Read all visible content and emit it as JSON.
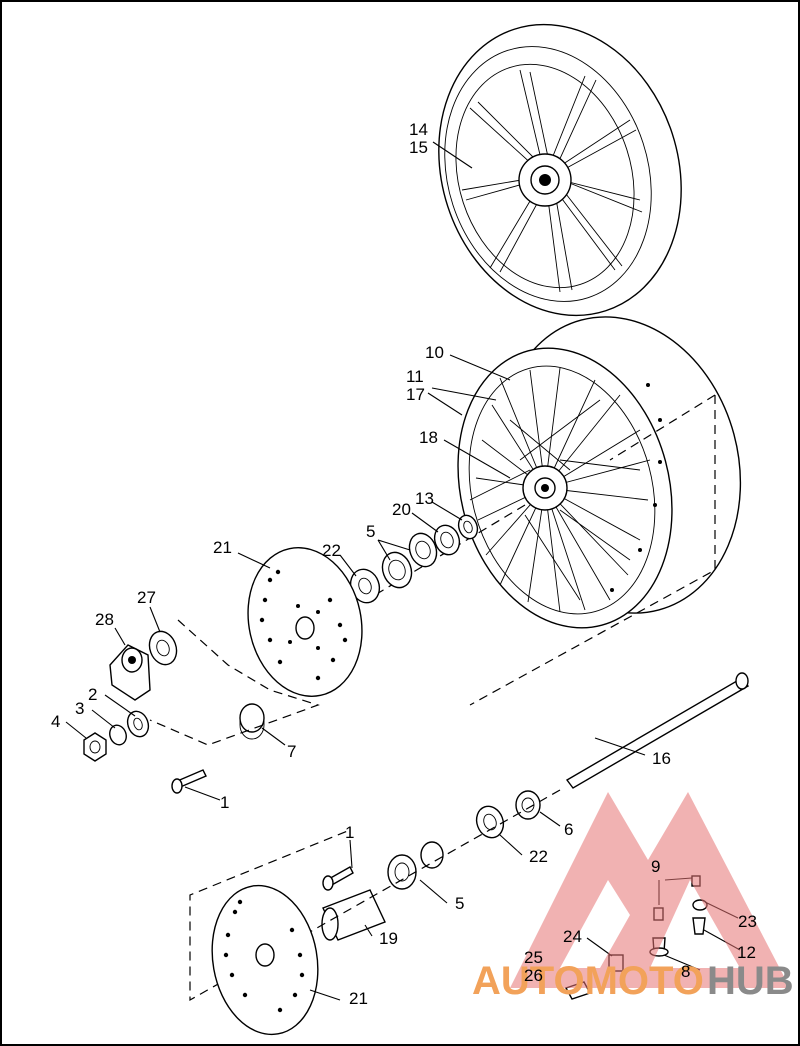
{
  "diagram": {
    "callouts": [
      {
        "id": "c14",
        "text": "14"
      },
      {
        "id": "c15",
        "text": "15"
      },
      {
        "id": "c10",
        "text": "10"
      },
      {
        "id": "c11",
        "text": "11"
      },
      {
        "id": "c17",
        "text": "17"
      },
      {
        "id": "c18",
        "text": "18"
      },
      {
        "id": "c13",
        "text": "13"
      },
      {
        "id": "c20",
        "text": "20"
      },
      {
        "id": "c5a",
        "text": "5"
      },
      {
        "id": "c22a",
        "text": "22"
      },
      {
        "id": "c21a",
        "text": "21"
      },
      {
        "id": "c27",
        "text": "27"
      },
      {
        "id": "c28",
        "text": "28"
      },
      {
        "id": "c2",
        "text": "2"
      },
      {
        "id": "c3",
        "text": "3"
      },
      {
        "id": "c4",
        "text": "4"
      },
      {
        "id": "c7",
        "text": "7"
      },
      {
        "id": "c1a",
        "text": "1"
      },
      {
        "id": "c16",
        "text": "16"
      },
      {
        "id": "c6",
        "text": "6"
      },
      {
        "id": "c22b",
        "text": "22"
      },
      {
        "id": "c1b",
        "text": "1"
      },
      {
        "id": "c5b",
        "text": "5"
      },
      {
        "id": "c19",
        "text": "19"
      },
      {
        "id": "c21b",
        "text": "21"
      },
      {
        "id": "c9",
        "text": "9"
      },
      {
        "id": "c23",
        "text": "23"
      },
      {
        "id": "c12",
        "text": "12"
      },
      {
        "id": "c24",
        "text": "24"
      },
      {
        "id": "c8",
        "text": "8"
      },
      {
        "id": "c25",
        "text": "25"
      },
      {
        "id": "c26",
        "text": "26"
      }
    ]
  },
  "watermark": {
    "text_primary": "AUTOMOTO",
    "text_secondary": "HUB",
    "color_primary": "#f2a25a",
    "color_secondary": "#8a8a8a",
    "logo_color": "#e57373"
  }
}
